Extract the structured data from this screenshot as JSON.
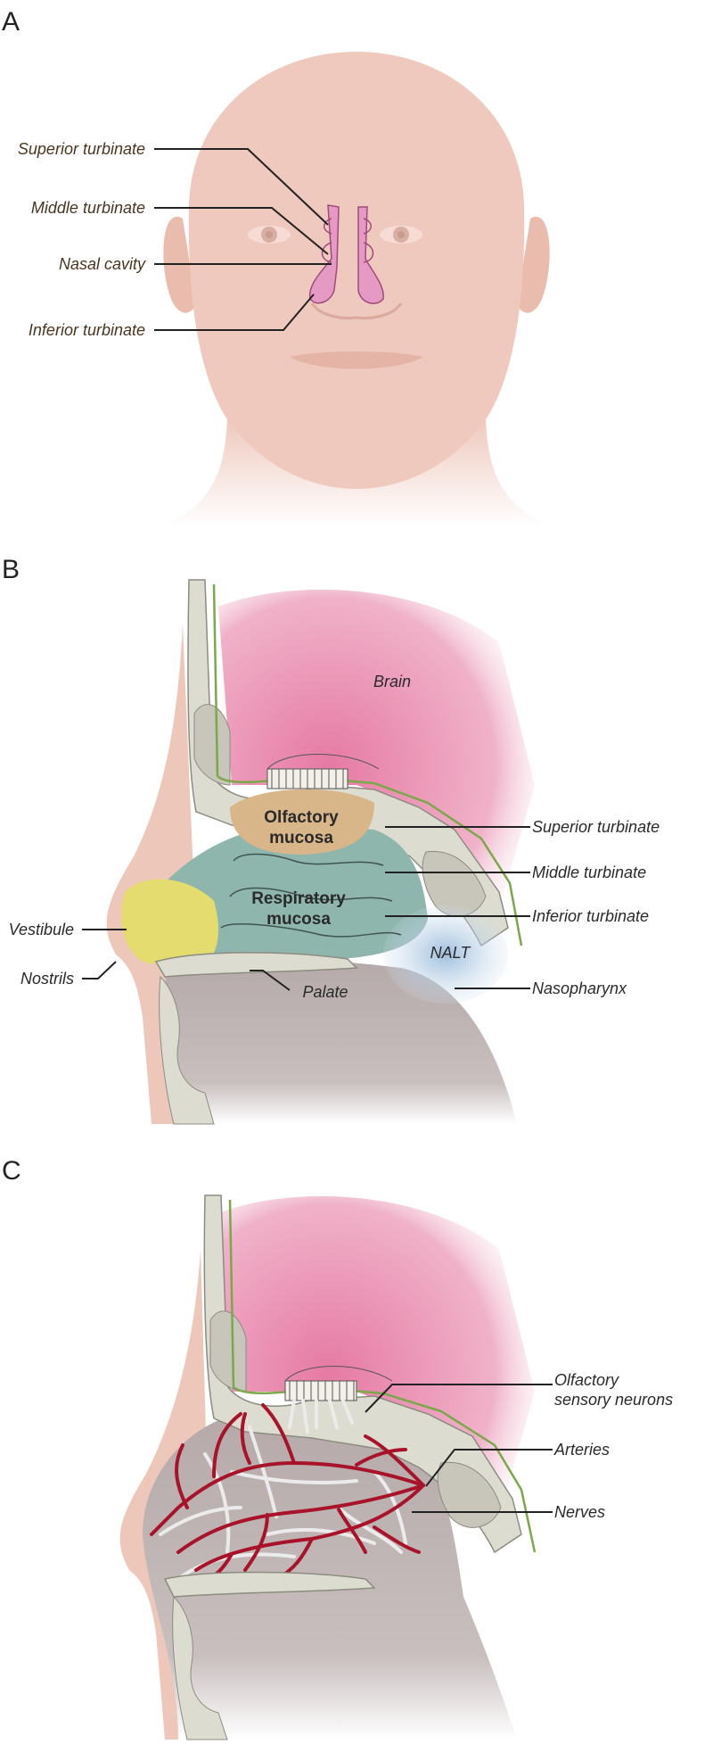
{
  "panels": {
    "a": {
      "letter": "A",
      "labels": {
        "superior_turbinate": "Superior turbinate",
        "middle_turbinate": "Middle turbinate",
        "nasal_cavity": "Nasal cavity",
        "inferior_turbinate": "Inferior turbinate"
      }
    },
    "b": {
      "letter": "B",
      "regions": {
        "brain": "Brain",
        "olfactory_1": "Olfactory",
        "olfactory_2": "mucosa",
        "respiratory_1": "Respiratory",
        "respiratory_2": "mucosa",
        "nalt": "NALT",
        "palate": "Palate"
      },
      "labels": {
        "superior_turbinate": "Superior turbinate",
        "middle_turbinate": "Middle turbinate",
        "inferior_turbinate": "Inferior turbinate",
        "nasopharynx": "Nasopharynx",
        "vestibule": "Vestibule",
        "nostrils": "Nostrils"
      }
    },
    "c": {
      "letter": "C",
      "labels": {
        "olfactory_1": "Olfactory",
        "olfactory_2": "sensory neurons",
        "arteries": "Arteries",
        "nerves": "Nerves"
      }
    }
  },
  "colors": {
    "skin": "#eec7bb",
    "brain": "#e889ad",
    "olfactory_mucosa": "#d9b58a",
    "respiratory_mucosa": "#8fb6ad",
    "vestibule": "#e5dc70",
    "nalt": "#a9c6e0",
    "bone": "#dcdcd0",
    "cavity": "#b8acac",
    "artery": "#a8132a",
    "nerve": "#e8e8e8",
    "turbinate_pink": "#e59ac4"
  }
}
